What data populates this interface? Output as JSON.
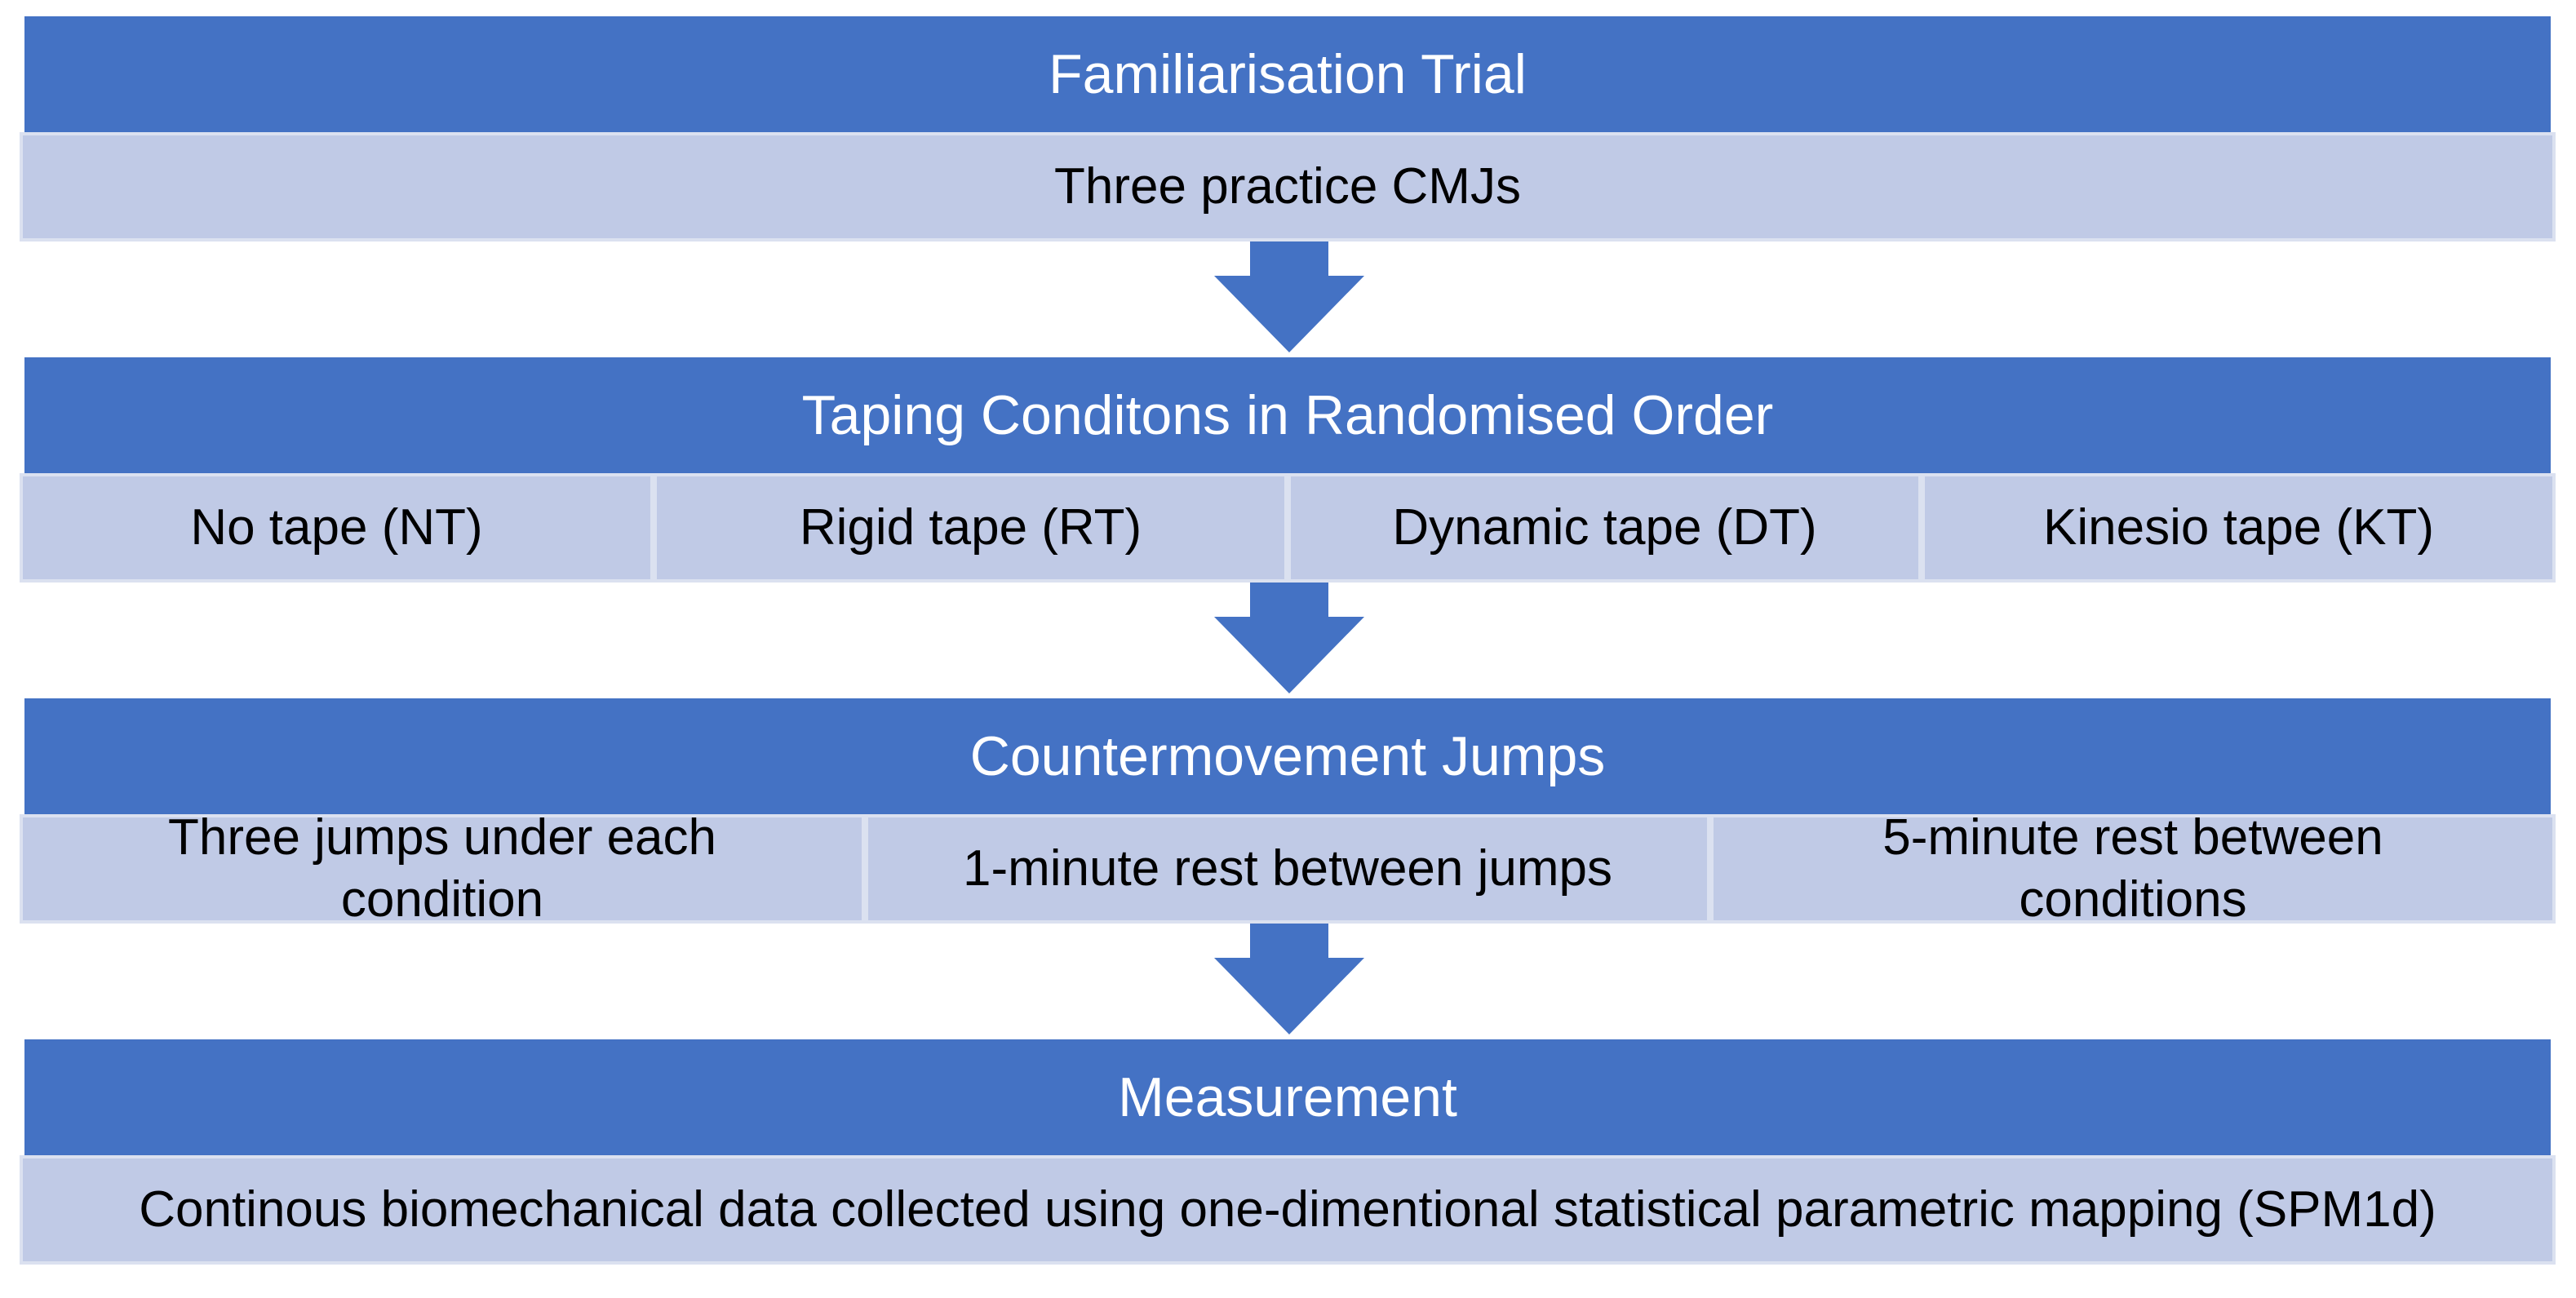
{
  "colors": {
    "header": "#4472c4",
    "content": "#c0cae6",
    "arrow": "#4472c4"
  },
  "steps": [
    {
      "title": "Familiarisation Trial",
      "cells": [
        "Three practice CMJs"
      ]
    },
    {
      "title": "Taping Conditons in Randomised Order",
      "cells": [
        "No tape (NT)",
        "Rigid tape (RT)",
        "Dynamic tape (DT)",
        "Kinesio tape (KT)"
      ]
    },
    {
      "title": "Countermovement Jumps",
      "cells": [
        "Three jumps under each condition",
        "1-minute rest between jumps",
        "5-minute rest between conditions"
      ]
    },
    {
      "title": "Measurement",
      "cells": [
        "Continous biomechanical data collected using one-dimentional statistical parametric mapping (SPM1d)"
      ]
    }
  ]
}
